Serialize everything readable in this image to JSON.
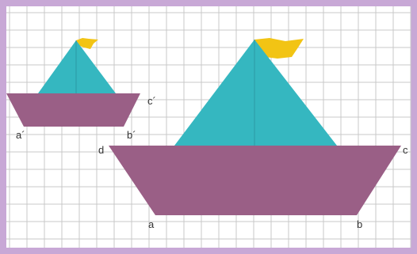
{
  "colors": {
    "frame": "#c8a8d6",
    "paper": "#ffffff",
    "grid": "#c9c9c9",
    "hull": "#9a5f86",
    "sail": "#35b7c0",
    "mast": "#2c9aa3",
    "flag": "#f2c414"
  },
  "small_boat": {
    "label_a": "a´",
    "label_b": "b´",
    "label_c": "c´"
  },
  "large_boat": {
    "label_a": "a",
    "label_b": "b",
    "label_c": "c",
    "label_d": "d"
  }
}
